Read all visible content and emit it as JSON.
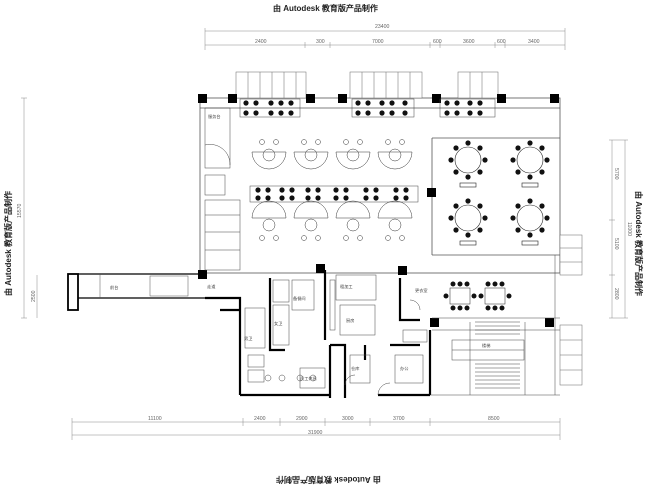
{
  "watermark": "由 Autodesk 教育版产品制作",
  "dimensions": {
    "top_total": "23400",
    "top_segments": [
      "2400",
      "300",
      "7000",
      "600",
      "3600",
      "600",
      "3400"
    ],
    "bottom_segments": [
      "11100",
      "2400",
      "2900",
      "3000",
      "3700",
      "8500"
    ],
    "bottom_total": "31900",
    "left_height": "15570",
    "left_small": "2500",
    "right_segments": [
      "5700",
      "5100",
      "2800"
    ],
    "right_total": "11000"
  },
  "room_labels": {
    "entrance": "服务台",
    "left_hall": "前台",
    "corridor": "走道",
    "wc_a": "男卫",
    "wc_b": "女卫",
    "kitchen_a": "备餐间",
    "kitchen_b": "厨房",
    "prep": "粗加工",
    "storage": "仓库",
    "office": "办公",
    "stair": "楼梯",
    "changing_a": "更衣室",
    "changing_b": "员工休息"
  },
  "colors": {
    "line": "#000000",
    "thin": "#555555",
    "dim": "#777777"
  }
}
